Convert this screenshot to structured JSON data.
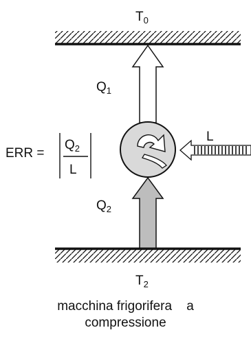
{
  "labels": {
    "hot_reservoir": {
      "main": "T",
      "sub": "0"
    },
    "cold_reservoir": {
      "main": "T",
      "sub": "2"
    },
    "heat_out": {
      "main": "Q",
      "sub": "1"
    },
    "heat_in": {
      "main": "Q",
      "sub": "2"
    },
    "work": "L"
  },
  "formula": {
    "lhs": "ERR =",
    "numerator": {
      "main": "Q",
      "sub": "2"
    },
    "denominator": "L"
  },
  "caption": {
    "line1": "macchina frigorifera    a",
    "line2": "compressione"
  },
  "colors": {
    "machine_fill": "#d9d9d9",
    "heat_in_arrow_fill": "#bdbdbd",
    "heat_out_arrow_fill": "#ffffff",
    "stroke": "#111111"
  }
}
